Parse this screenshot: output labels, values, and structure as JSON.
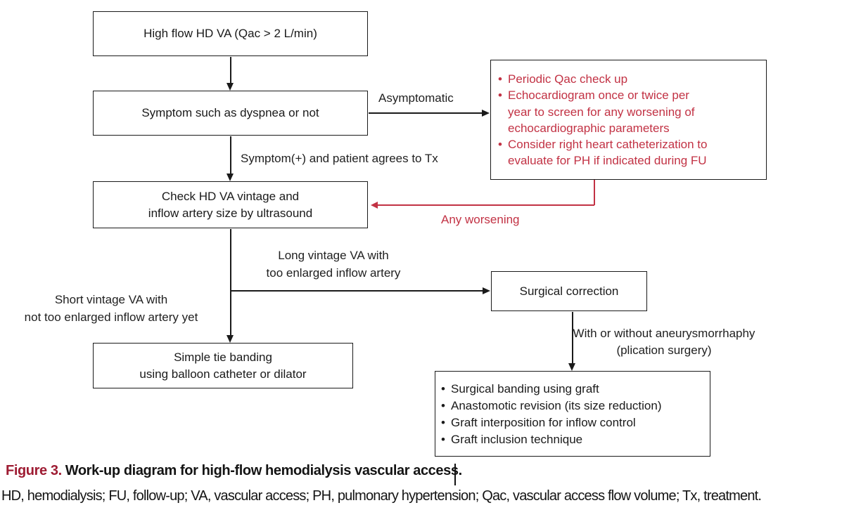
{
  "figure": {
    "boxes": {
      "high_flow": "High flow HD VA (Qac > 2 L/min)",
      "symptom": "Symptom such as dyspnea or not",
      "check_line1": "Check HD VA vintage and",
      "check_line2": "inflow artery size by ultrasound",
      "simple_tie_line1": "Simple tie banding",
      "simple_tie_line2": "using balloon catheter or dilator",
      "surgical_correction": "Surgical correction",
      "monitoring_bullets": [
        "Periodic Qac check up",
        "Echocardiogram once or twice per\nyear to screen for any worsening of\nechocardiographic parameters",
        "Consider right heart catheterization to\nevaluate for PH if indicated during FU"
      ],
      "surgical_options_bullets": [
        "Surgical banding using graft",
        "Anastomotic revision (its size reduction)",
        "Graft interposition for inflow control",
        "Graft inclusion technique"
      ]
    },
    "edge_labels": {
      "asymptomatic": "Asymptomatic",
      "symptom_tx": "Symptom(+) and patient agrees to Tx",
      "any_worsening": "Any worsening",
      "long_vintage_line1": "Long vintage VA with",
      "long_vintage_line2": "too enlarged inflow artery",
      "short_vintage_line1": "Short vintage VA with",
      "short_vintage_line2": "not too enlarged inflow artery yet",
      "aneurysm_line1": "With or without aneurysmorrhaphy",
      "aneurysm_line2": "(plication surgery)"
    }
  },
  "caption": {
    "figure_label": "Figure 3.",
    "title": "Work-up diagram for high-flow hemodialysis vascular access.",
    "abbreviations": "HD, hemodialysis; FU, follow-up; VA, vascular access; PH, pulmonary hypertension; Qac, vascular access flow volume; Tx, treatment."
  },
  "colors": {
    "flow_red": "#c23244",
    "caption_red": "#9e1c33",
    "line_black": "#1a1a1a"
  }
}
